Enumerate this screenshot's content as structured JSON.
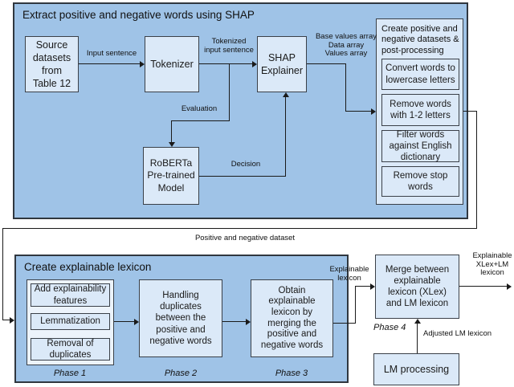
{
  "colors": {
    "panel_fill": "#9fc3e7",
    "box_fill": "#dbe9f8",
    "container_fill": "#ecf3fb",
    "line": "#1a1a1a"
  },
  "extract_panel": {
    "title": "Extract positive and negative words using SHAP",
    "source_box": "Source\ndatasets\nfrom\nTable 12",
    "tokenizer_box": "Tokenizer",
    "shap_box": "SHAP\nExplainer",
    "roberta_box": "RoBERTa\nPre-trained\nModel",
    "postprocess": {
      "title": "Create positive and\nnegative datasets &\npost-processing",
      "steps": [
        "Convert words to\nlowercase letters",
        "Remove words\nwith 1-2 letters",
        "Filter words\nagainst English\ndictionary",
        "Remove stop\nwords"
      ]
    },
    "edge_labels": {
      "input_sentence": "Input sentence",
      "tokenized_input": "Tokenized\ninput sentence",
      "evaluation": "Evaluation",
      "decision": "Decision",
      "shap_arrays": "Base values array\nData array\nValues array"
    }
  },
  "connector_label": "Positive and negative dataset",
  "lexicon_panel": {
    "title": "Create explainable lexicon",
    "phase1_steps": [
      "Add explainability\nfeatures",
      "Lemmatization",
      "Removal of\nduplicates"
    ],
    "phase2_box": "Handling\nduplicates\nbetween the\npositive and\nnegative words",
    "phase3_box": "Obtain\nexplainable\nlexicon by\nmerging the\npositive and\nnegative words",
    "phase1_label": "Phase 1",
    "phase2_label": "Phase 2",
    "phase3_label": "Phase 3"
  },
  "merge_stage": {
    "merge_box": "Merge between\nexplainable\nlexicon (XLex)\nand LM lexicon",
    "lm_box": "LM processing",
    "phase4_label": "Phase 4",
    "explainable_lexicon_label": "Explainable\nlexicon",
    "xlex_lm_lexicon_label": "Explainable\nXLex+LM\nlexicon",
    "adjusted_lm_label": "Adjusted LM lexicon"
  }
}
